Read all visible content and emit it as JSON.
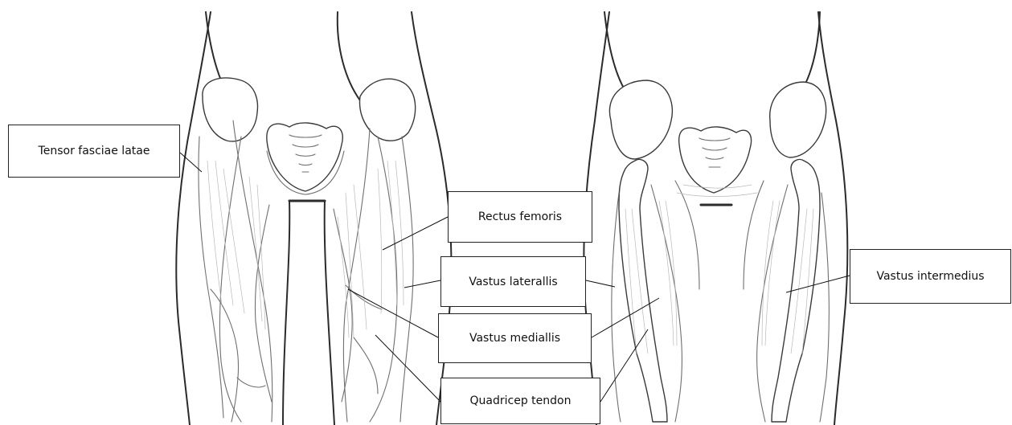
{
  "labels": {
    "tensor_fasciae_latae": "Tensor fasciae latae",
    "rectus_femoris": "Rectus femoris",
    "vastus_laterallis": "Vastus laterallis",
    "vastus_mediallis": "Vastus mediallis",
    "quadricep_tendon": "Quadricep tendon",
    "vastus_intermedius": "Vastus intermedius"
  },
  "colors": {
    "outline": "#2b2b2b",
    "muscle_line": "#6f6f6f",
    "fiber_line": "#b9b9b9",
    "label_border": "#222222",
    "background": "#ffffff"
  }
}
